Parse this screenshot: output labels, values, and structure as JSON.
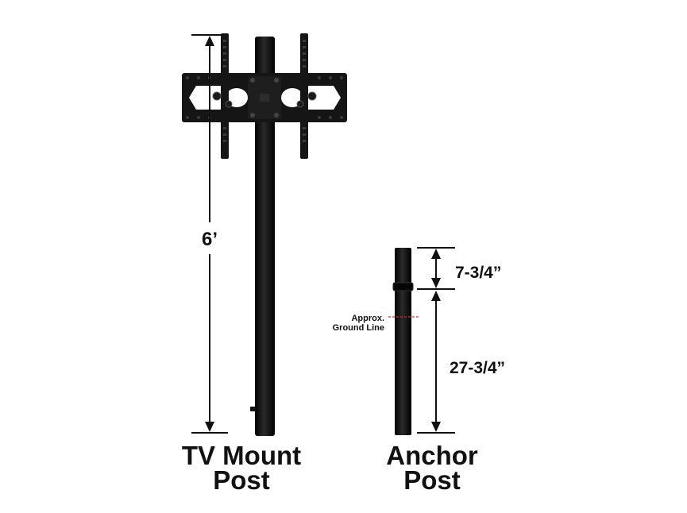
{
  "dimensions": {
    "tv_post_height": "6’",
    "anchor_top": "7-3/4”",
    "anchor_bottom": "27-3/4”"
  },
  "ground_line": {
    "line1": "Approx.",
    "line2": "Ground Line",
    "color": "#e0302a"
  },
  "captions": {
    "tv_mount_line1": "TV Mount",
    "tv_mount_line2": "Post",
    "anchor_line1": "Anchor",
    "anchor_line2": "Post"
  },
  "colors": {
    "post": "#0c0c0c",
    "bracket": "#151515",
    "text": "#111111"
  }
}
